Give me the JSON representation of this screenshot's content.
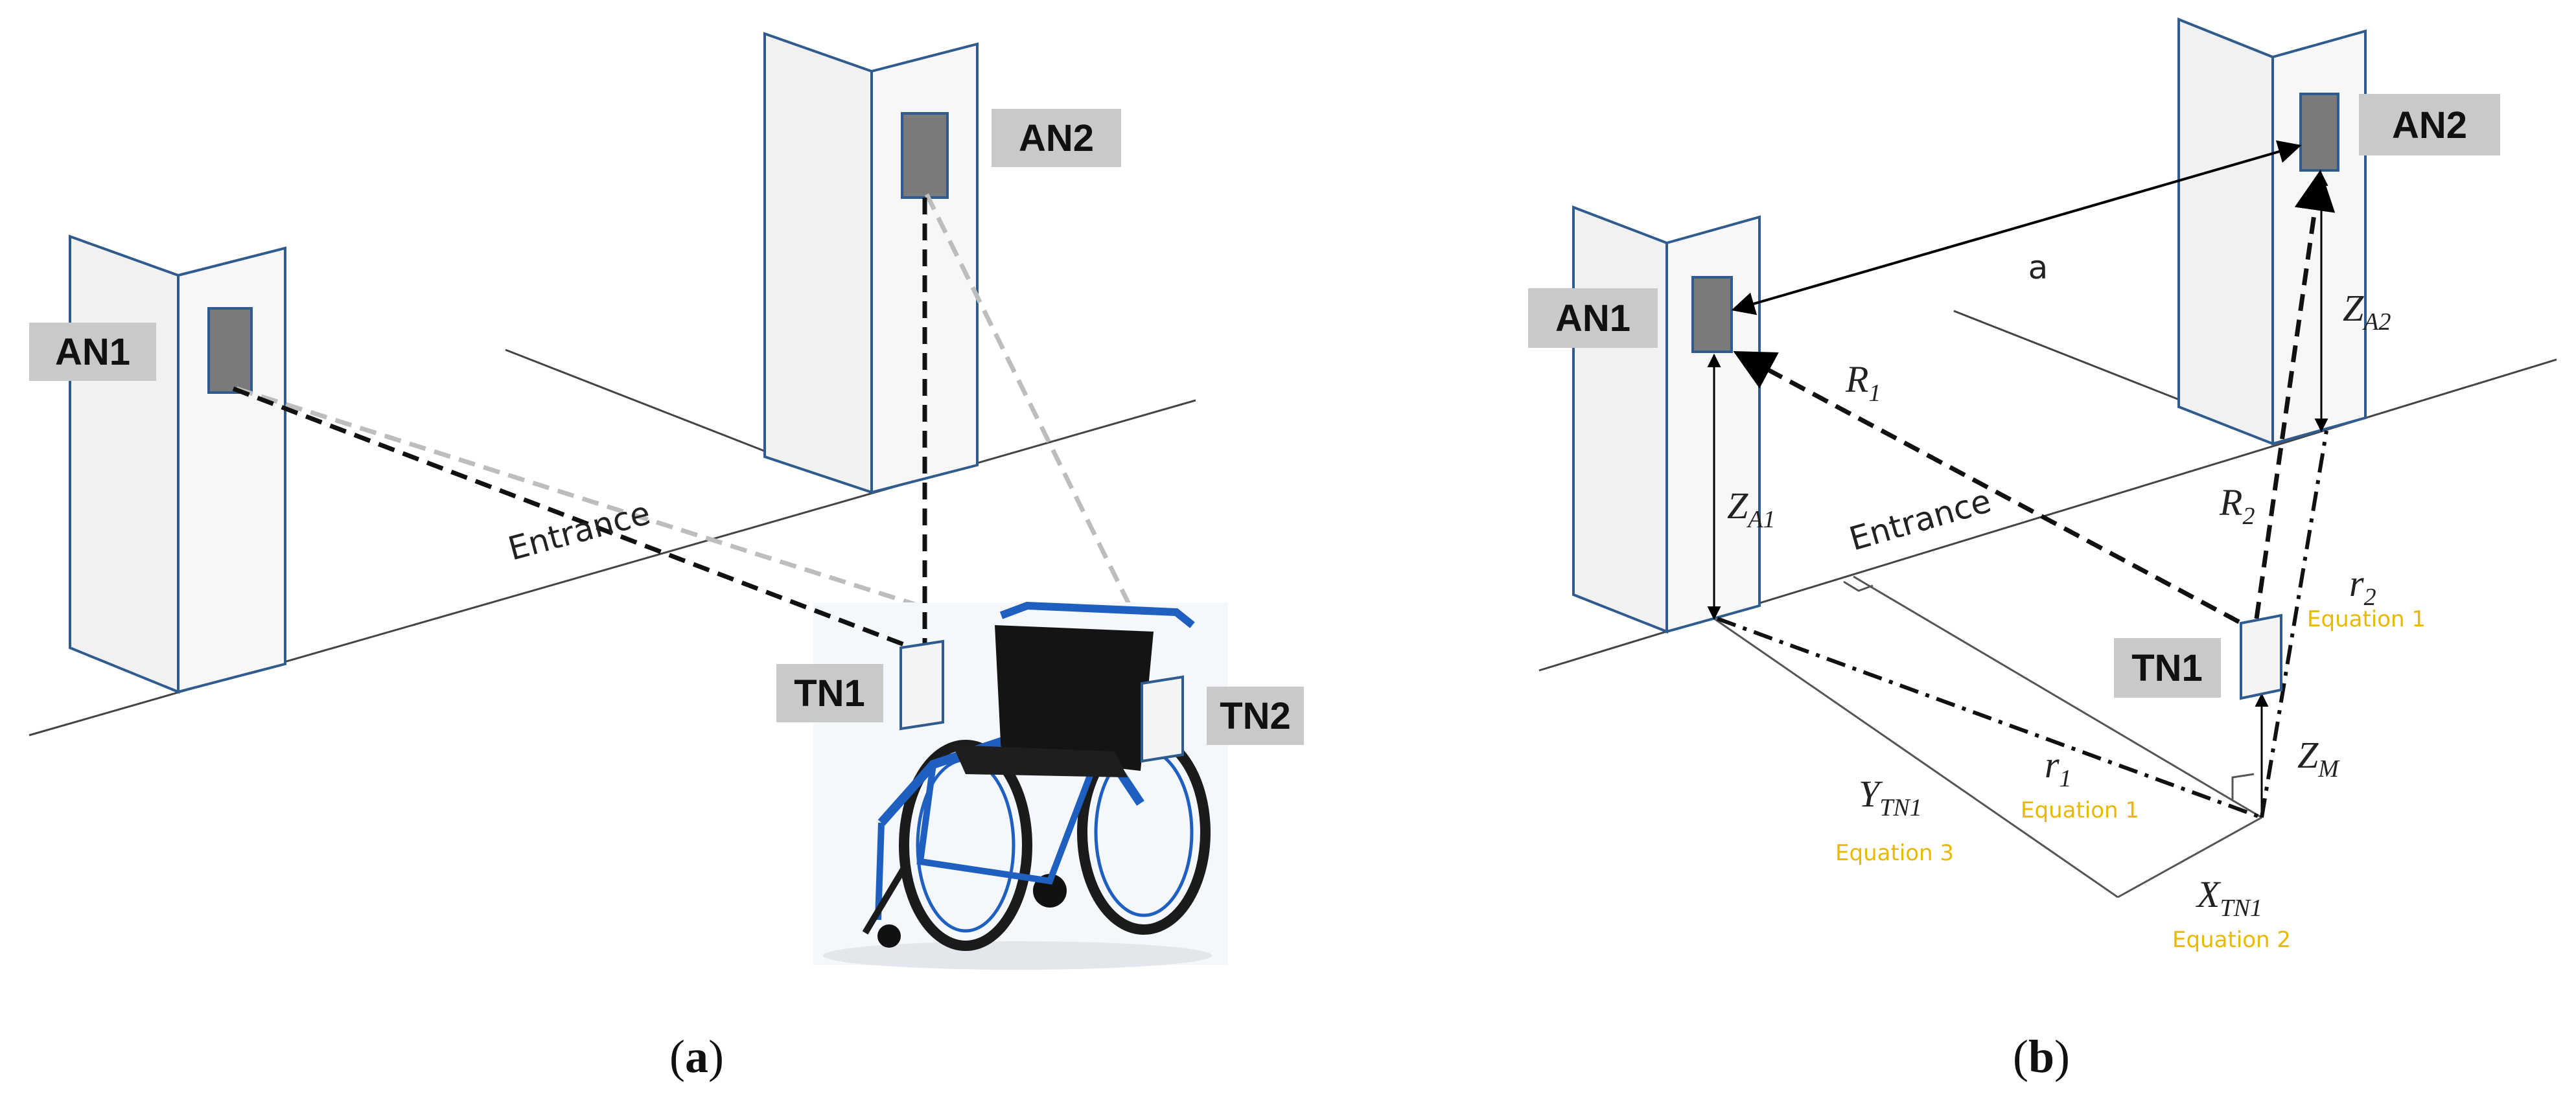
{
  "panel_a": {
    "labels": {
      "an1": "AN1",
      "an2": "AN2",
      "tn1": "TN1",
      "tn2": "TN2"
    },
    "entrance": "Entrance",
    "caption": {
      "open": "(",
      "letter": "a",
      "close": ")"
    }
  },
  "panel_b": {
    "labels": {
      "an1": "AN1",
      "an2": "AN2",
      "tn1": "TN1"
    },
    "entrance": "Entrance",
    "distance_a": "a",
    "math": {
      "R1": {
        "base": "R",
        "sub": "1"
      },
      "R2": {
        "base": "R",
        "sub": "2"
      },
      "r1": {
        "base": "r",
        "sub": "1"
      },
      "r2": {
        "base": "r",
        "sub": "2"
      },
      "ZA1": {
        "base": "Z",
        "sub": "A1"
      },
      "ZA2": {
        "base": "Z",
        "sub": "A2"
      },
      "ZM": {
        "base": "Z",
        "sub": "M"
      },
      "YTN1": {
        "base": "Y",
        "sub": "TN1"
      },
      "XTN1": {
        "base": "X",
        "sub": "TN1"
      }
    },
    "equations": {
      "eq_r2": "Equation 1",
      "eq_r1": "Equation 1",
      "eq_y": "Equation 3",
      "eq_x": "Equation 2"
    },
    "caption": {
      "open": "(",
      "letter": "b",
      "close": ")"
    }
  },
  "colors": {
    "pillar_fill": "#f1f1f1",
    "pillar_edge": "#2f5b8f",
    "anchor_fill": "#7a7a7a",
    "label_box": "#c9c9c9",
    "equation_text": "#e9b800",
    "wheelchair_frame": "#1f5fbf"
  }
}
